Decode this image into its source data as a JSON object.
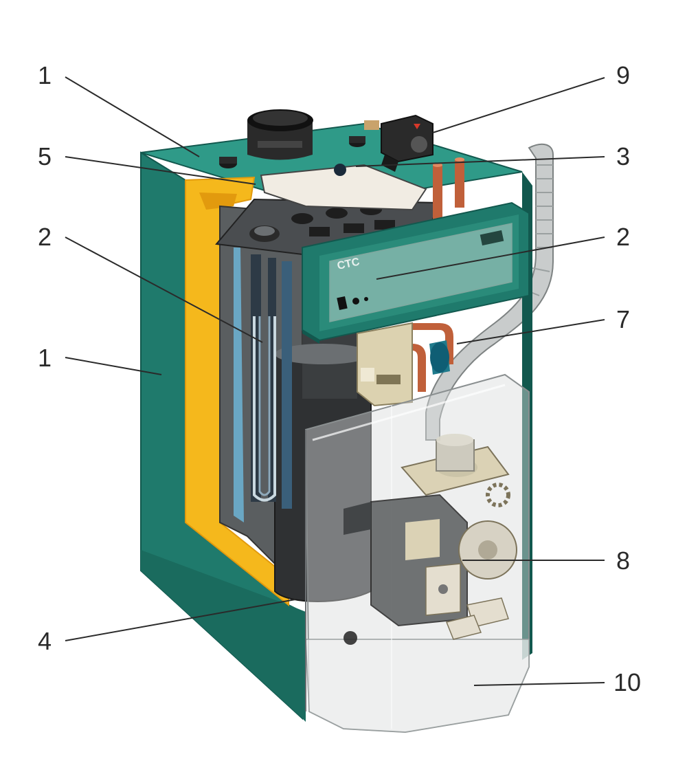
{
  "diagram": {
    "product_logo": "CTC",
    "colors": {
      "casing": "#1f7a6c",
      "casing_dark": "#12584e",
      "casing_light": "#2f9a88",
      "insulation": "#f5b81c",
      "insulation_dark": "#e29a0e",
      "steel": "#6b6f72",
      "steel_dark": "#3b3e40",
      "copper": "#c0603a",
      "glass": "#d9dcdc",
      "line": "#2a2a2a"
    },
    "callouts": [
      {
        "id": "c1a",
        "label": "1"
      },
      {
        "id": "c5",
        "label": "5"
      },
      {
        "id": "c2a",
        "label": "2"
      },
      {
        "id": "c1b",
        "label": "1"
      },
      {
        "id": "c4",
        "label": "4"
      },
      {
        "id": "c9",
        "label": "9"
      },
      {
        "id": "c3",
        "label": "3"
      },
      {
        "id": "c2b",
        "label": "2"
      },
      {
        "id": "c7",
        "label": "7"
      },
      {
        "id": "c8",
        "label": "8"
      },
      {
        "id": "c10",
        "label": "10"
      }
    ]
  }
}
